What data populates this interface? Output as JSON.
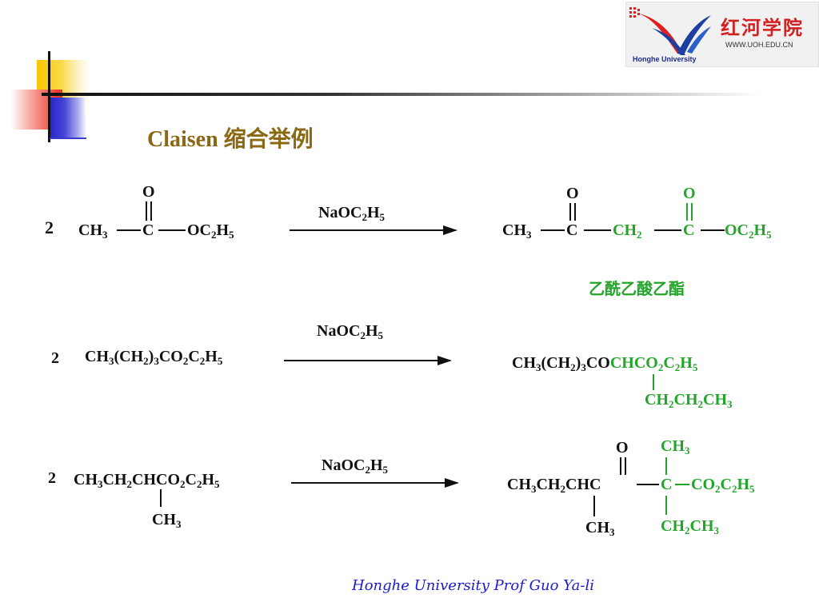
{
  "logo": {
    "title": "红河学院",
    "url": "WWW.UOH.EDU.CN",
    "english": "Honghe University"
  },
  "slide": {
    "title": "Claisen 缩合举例"
  },
  "reagent": "NaOC2H5",
  "reaction1": {
    "coef": "2",
    "reactant": {
      "ch3": "CH3",
      "c": "C",
      "o": "O",
      "oc2h5": "OC2H5"
    },
    "product": {
      "ch3": "CH3",
      "c1": "C",
      "o1": "O",
      "ch2": "CH2",
      "c2": "C",
      "o2": "O",
      "oc2h5": "OC2H5"
    },
    "product_name": "乙酰乙酸乙酯"
  },
  "reaction2": {
    "coef": "2",
    "reactant": "CH3(CH2)3CO2C2H5",
    "product_main_black": "CH3(CH2)3CO",
    "product_main_green": "CHCO2C2H5",
    "product_branch": "CH2CH2CH3"
  },
  "reaction3": {
    "coef": "2",
    "reactant_main": "CH3CH2CHCO2C2H5",
    "reactant_branch": "CH3",
    "product_main_black": "CH3CH2CHC",
    "product_o": "O",
    "product_c": "C",
    "product_co2": "CO2C2H5",
    "product_top": "CH3",
    "product_bottom": "CH2CH3",
    "product_branch_black": "CH3"
  },
  "footer": "Honghe University  Prof Guo Ya-li",
  "colors": {
    "title": "#8b6914",
    "green": "#22a52a",
    "footer": "#1a1ad0"
  }
}
